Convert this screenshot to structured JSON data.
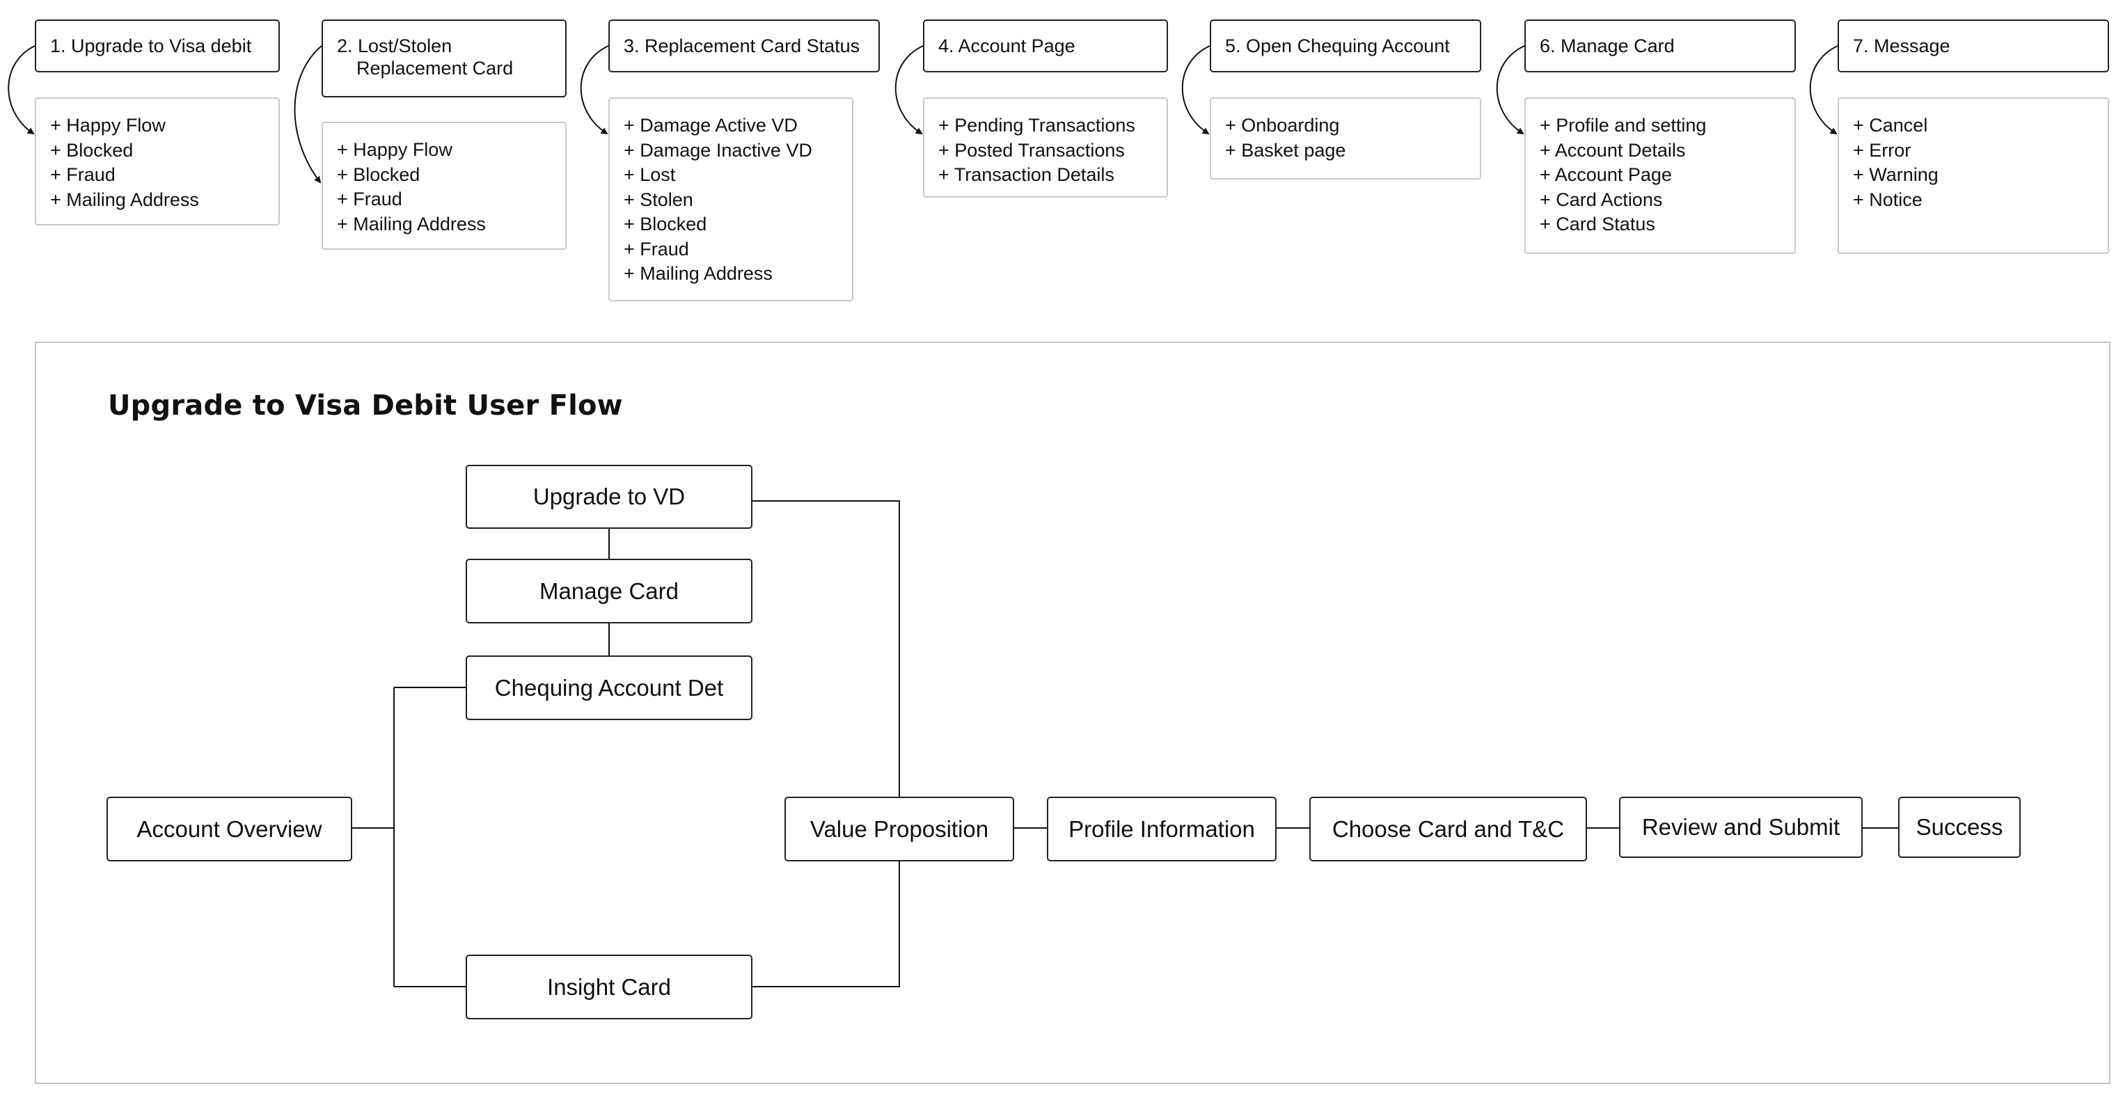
{
  "sections": [
    {
      "header": "1. Upgrade to Visa debit",
      "items": [
        "+ Happy Flow",
        "+ Blocked",
        "+ Fraud",
        "+ Mailing Address"
      ]
    },
    {
      "header": "2. Lost/Stolen",
      "header_line2": "Replacement Card",
      "items": [
        "+ Happy Flow",
        "+ Blocked",
        "+ Fraud",
        "+ Mailing Address"
      ]
    },
    {
      "header": "3. Replacement Card Status",
      "items": [
        "+ Damage Active VD",
        "+ Damage Inactive VD",
        "+ Lost",
        "+ Stolen",
        "+ Blocked",
        "+ Fraud",
        "+ Mailing Address"
      ]
    },
    {
      "header": "4. Account Page",
      "items": [
        "+ Pending Transactions",
        "+ Posted Transactions",
        "+ Transaction Details"
      ]
    },
    {
      "header": "5. Open Chequing Account",
      "items": [
        "+ Onboarding",
        "+ Basket page"
      ]
    },
    {
      "header": "6. Manage Card",
      "items": [
        "+ Profile and setting",
        "+ Account Details",
        "+ Account Page",
        "+ Card Actions",
        "+ Card Status"
      ]
    },
    {
      "header": "7. Message",
      "items": [
        "+ Cancel",
        "+ Error",
        "+ Warning",
        "+ Notice"
      ]
    }
  ],
  "flow": {
    "title": "Upgrade to Visa Debit User Flow",
    "nodes": {
      "upgrade_vd": "Upgrade to VD",
      "manage_card": "Manage Card",
      "chequing": "Chequing Account Det",
      "account_overview": "Account Overview",
      "insight_card": "Insight Card",
      "value_prop": "Value Proposition",
      "profile_info": "Profile Information",
      "choose_card": "Choose Card and T&C",
      "review_submit": "Review and Submit",
      "success": "Success"
    }
  }
}
